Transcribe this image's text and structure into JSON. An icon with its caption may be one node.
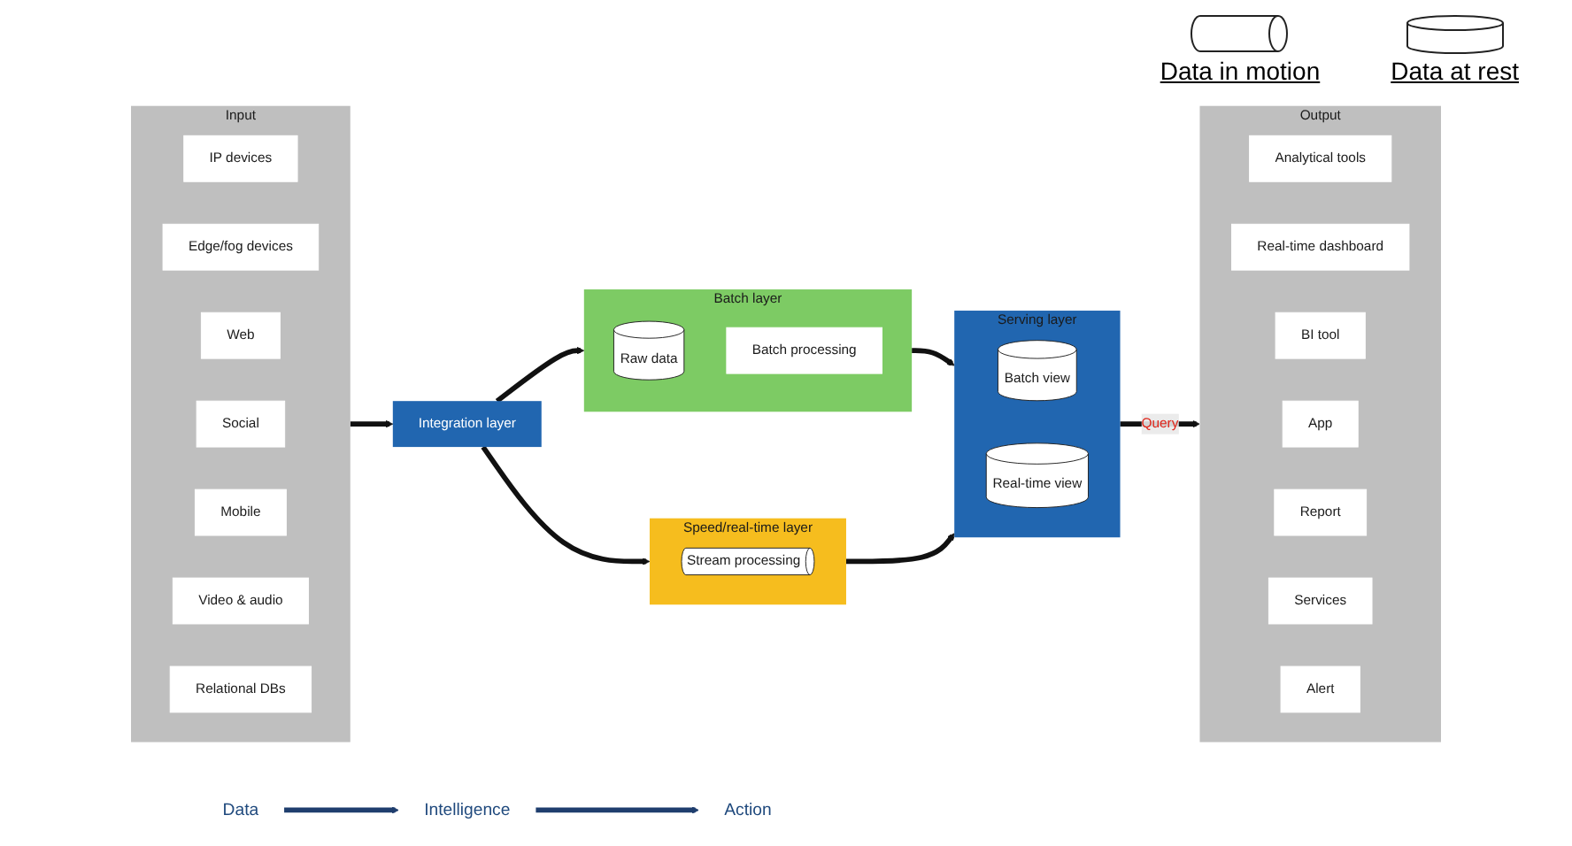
{
  "diagram": {
    "nodes": [
      {
        "text": [
          "Input"
        ]
      },
      {
        "text": [
          "IP devices"
        ],
        "in": 0
      },
      {
        "text": [
          "Edge/fog devices"
        ],
        "in": 0
      },
      {
        "text": [
          "Web"
        ],
        "in": 0
      },
      {
        "text": [
          "Social"
        ],
        "in": 0
      },
      {
        "text": [
          "Mobile"
        ],
        "in": 0
      },
      {
        "text": [
          "Video & audio"
        ],
        "in": 0
      },
      {
        "text": [
          "Relational DBs"
        ],
        "in": 0
      },
      {
        "text": [
          "Integration layer"
        ]
      },
      {
        "text": [
          "Batch layer"
        ]
      },
      {
        "text": [
          "Raw data"
        ],
        "in": 9
      },
      {
        "text": [
          "Batch processing"
        ],
        "in": 9
      },
      {
        "text": [
          "Speed/real-time layer"
        ]
      },
      {
        "text": [
          "Stream processing"
        ],
        "in": 12
      },
      {
        "text": [
          "Serving layer"
        ]
      },
      {
        "text": [
          "Batch view"
        ],
        "in": 14
      },
      {
        "text": [
          "Real-time view"
        ],
        "in": 14
      },
      {
        "text": [
          "Output"
        ]
      },
      {
        "text": [
          "Analytical tools"
        ],
        "in": 17
      },
      {
        "text": [
          "Real-time dashboard"
        ],
        "in": 17
      },
      {
        "text": [
          "BI tool"
        ],
        "in": 17
      },
      {
        "text": [
          "App"
        ],
        "in": 17
      },
      {
        "text": [
          "Report"
        ],
        "in": 17
      },
      {
        "text": [
          "Services"
        ],
        "in": 17
      },
      {
        "text": [
          "Alert"
        ],
        "in": 17
      },
      {
        "text": [
          "Data"
        ]
      },
      {
        "text": [
          "Intelligence"
        ]
      },
      {
        "text": [
          "Action"
        ]
      }
    ],
    "edges": [
      {
        "from": 0,
        "to": 8,
        "arrow": "to"
      },
      {
        "from": 8,
        "to": 9,
        "arrow": "to"
      },
      {
        "from": 8,
        "to": 12,
        "arrow": "to"
      },
      {
        "from": 9,
        "to": 14,
        "arrow": "to"
      },
      {
        "from": 12,
        "to": 14,
        "arrow": "to"
      },
      {
        "from": 14,
        "to": 17,
        "arrow": "to",
        "label": "Query"
      },
      {
        "from": 25,
        "to": 26,
        "arrow": "to",
        "color": "#1f3e6e"
      },
      {
        "from": 26,
        "to": 27,
        "arrow": "to",
        "color": "#1f3e6e"
      }
    ],
    "legend": [
      {
        "text": "Data in motion"
      },
      {
        "text": "Data at rest"
      }
    ]
  }
}
